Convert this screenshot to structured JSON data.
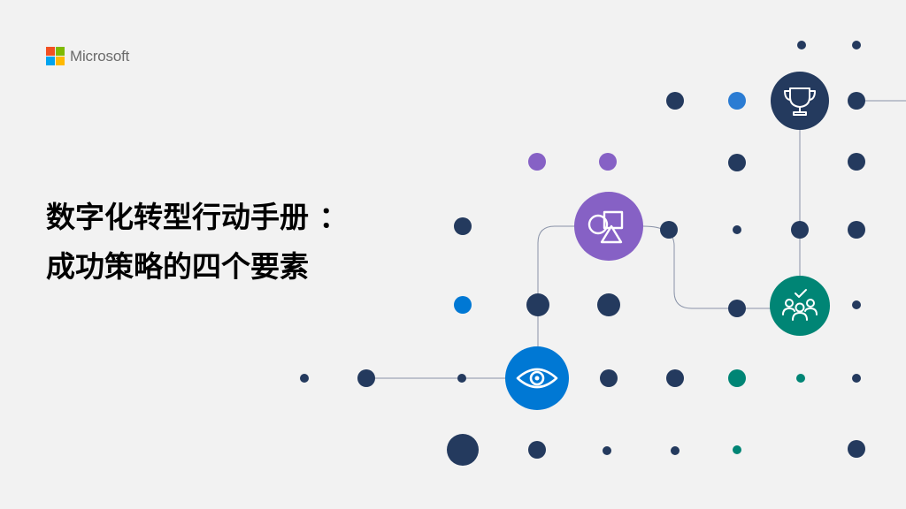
{
  "brand": {
    "name": "Microsoft",
    "logo_colors": [
      "#f25022",
      "#7fba00",
      "#00a4ef",
      "#ffb900"
    ]
  },
  "title": {
    "line1": "数字化转型行动手册 ：",
    "line2": "成功策略的四个要素"
  },
  "colors": {
    "background": "#f2f2f2",
    "navy": "#243a5e",
    "blue": "#0078d4",
    "purple": "#8661c5",
    "teal": "#008575",
    "connector": "#8a93a8"
  },
  "icons": {
    "trophy": "trophy-icon",
    "shapes": "shapes-icon",
    "people": "people-check-icon",
    "eye": "eye-icon"
  }
}
